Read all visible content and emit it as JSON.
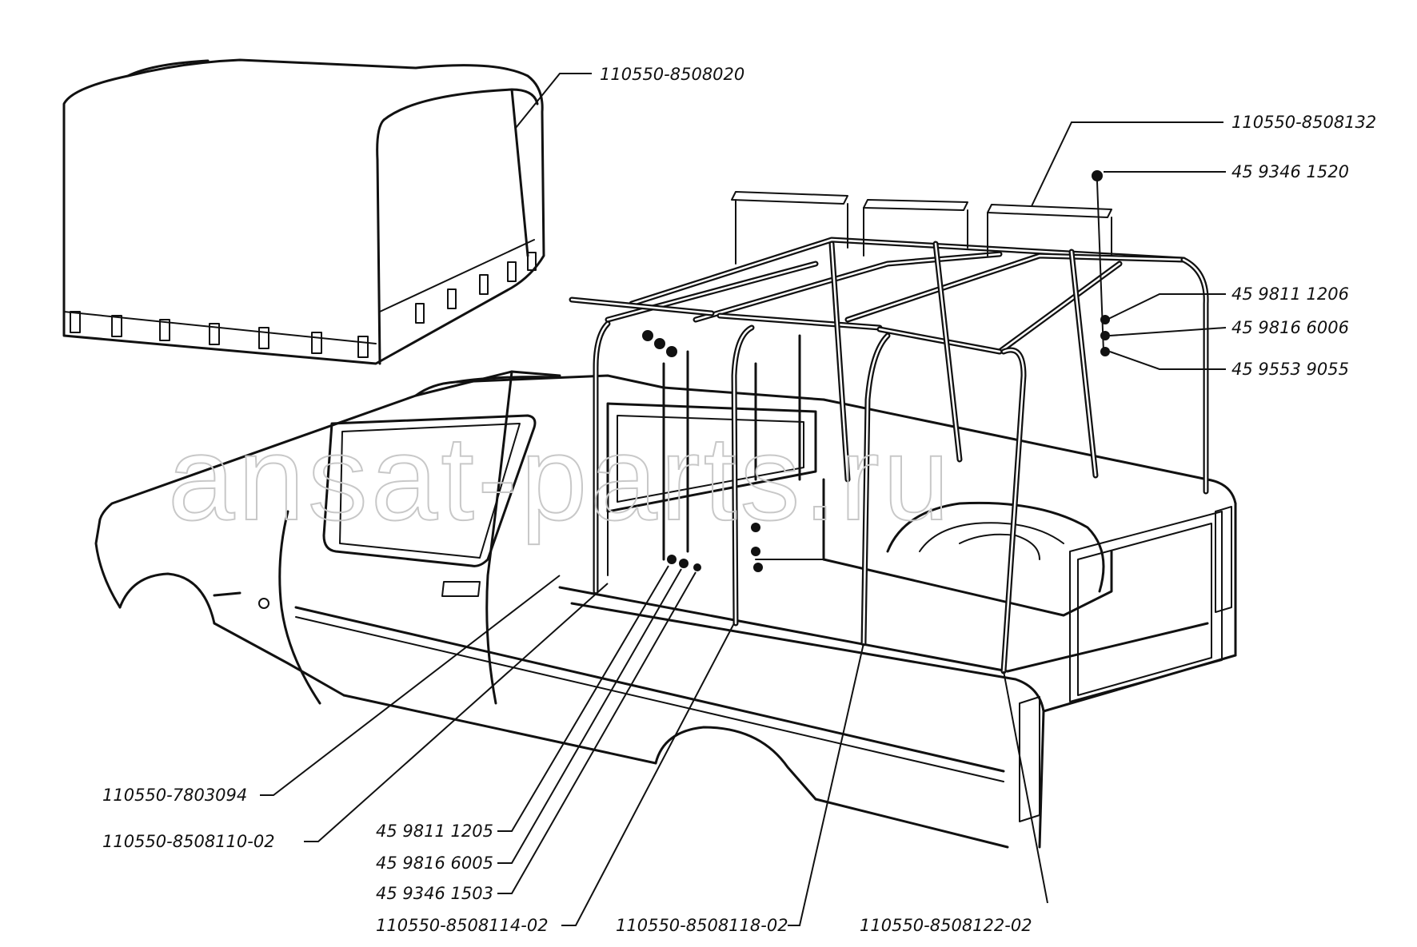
{
  "watermark": "ansat-parts.ru",
  "labels": {
    "tent": "110550-8508020",
    "bow_set": "110550-8508132",
    "bolt_top": "45 9346 1520",
    "nut_1206": "45 9811 1206",
    "washer_6006": "45 9816 6006",
    "washer_9055": "45 9553 9055",
    "seal_7803094": "110550-7803094",
    "bow_110": "110550-8508110-02",
    "nut_1205": "45 9811  1205",
    "washer_6005": "45 9816 6005",
    "bolt_1503": "45 9346 1503",
    "bow_114": "110550-8508114-02",
    "bow_118": "110550-8508118-02",
    "bow_122": "110550-8508122-02"
  }
}
